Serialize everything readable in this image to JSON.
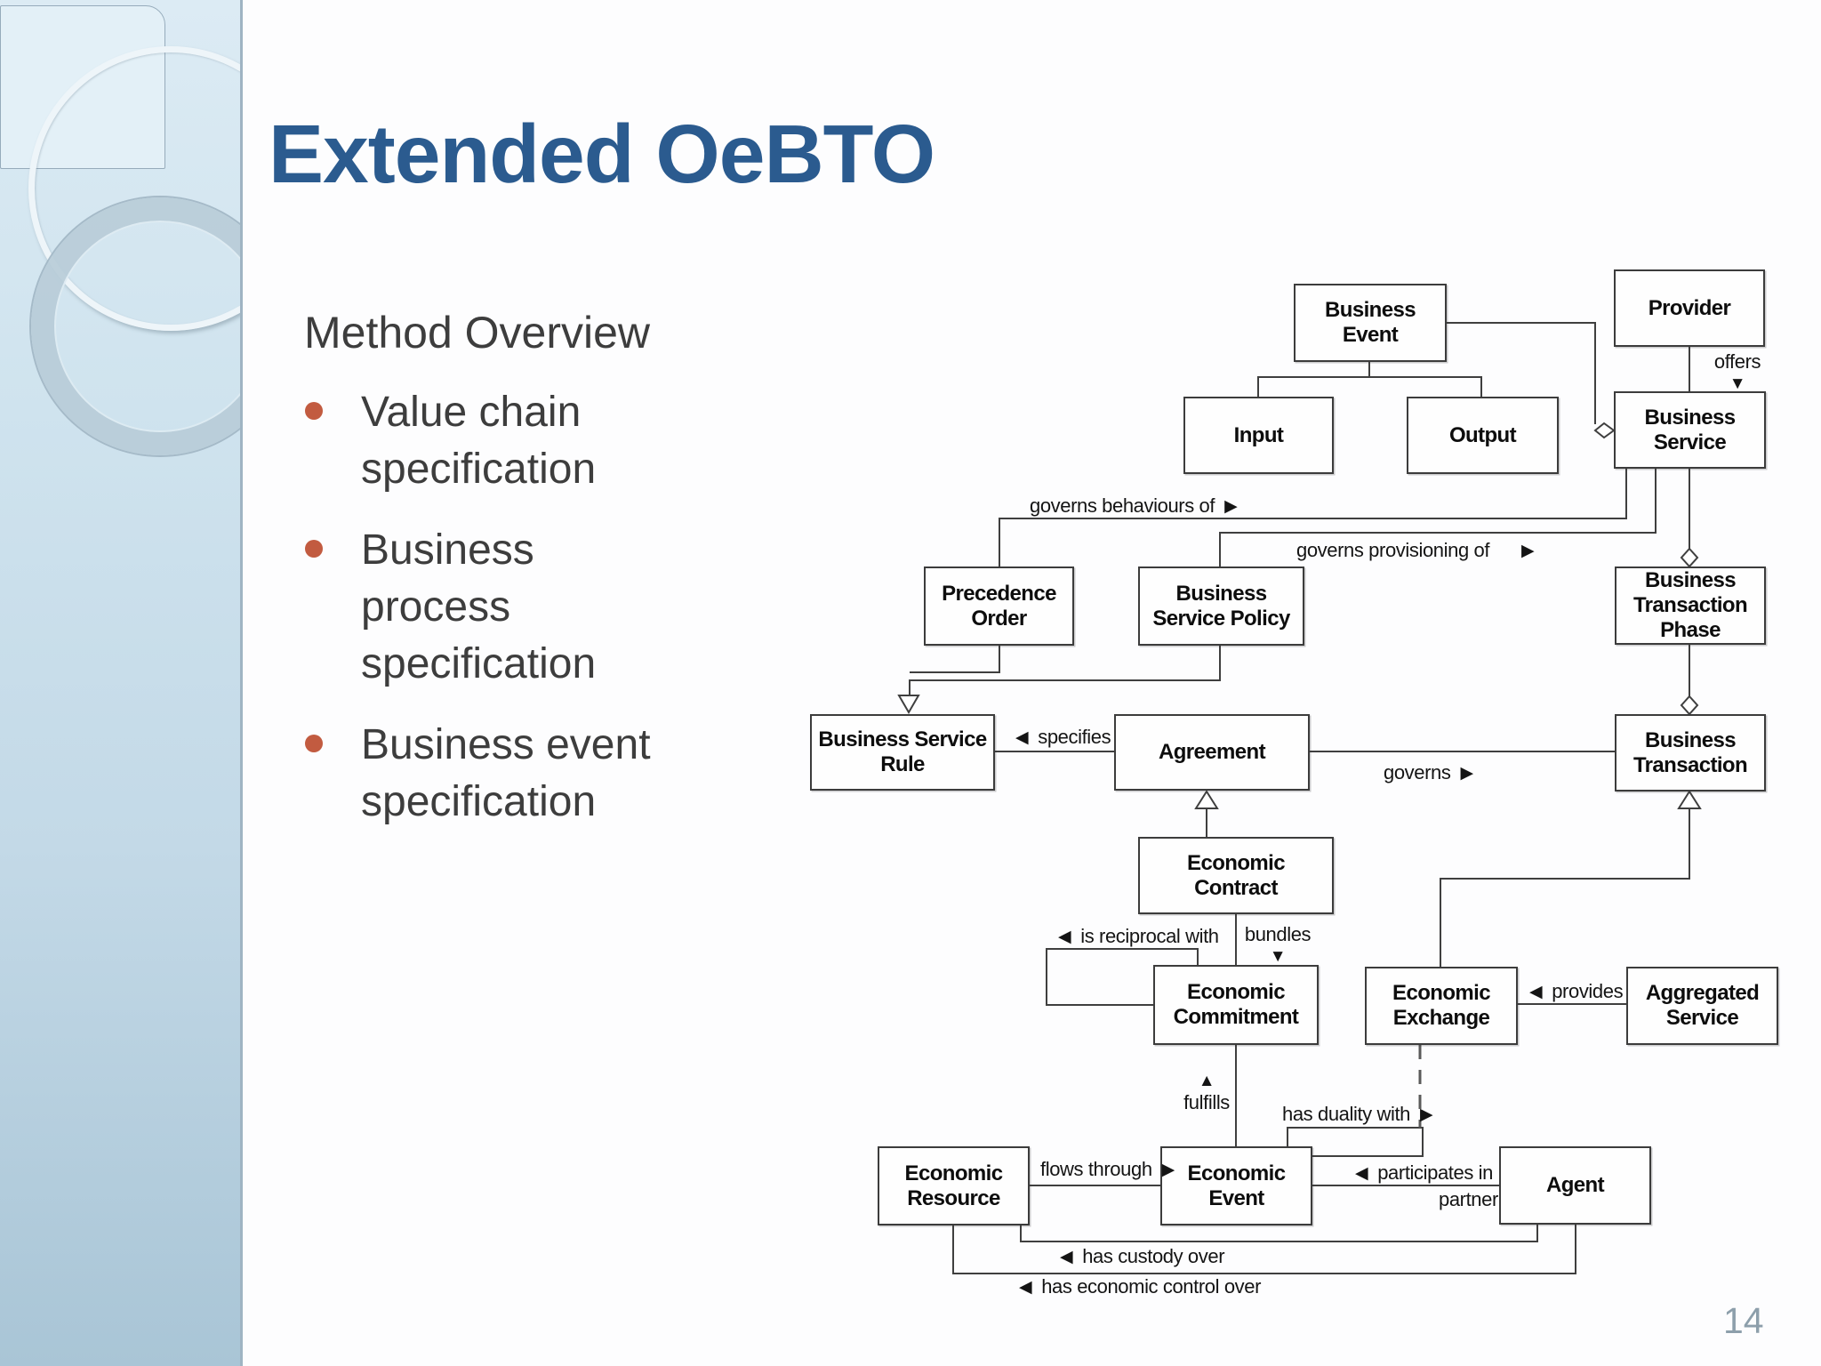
{
  "slide": {
    "title": "Extended OeBTO",
    "method_overview": "Method Overview",
    "bullets": [
      "Value chain specification",
      "Business process specification",
      "Business event specification"
    ],
    "page_number": "14"
  },
  "icons": {
    "arrow_up": "▲",
    "arrow_down": "▼",
    "arrow_left": "◀",
    "arrow_right": "▶"
  },
  "diagram": {
    "boxes": {
      "business_event": "Business\nEvent",
      "provider": "Provider",
      "input": "Input",
      "output": "Output",
      "business_service": "Business\nService",
      "precedence_order": "Precedence\nOrder",
      "business_service_policy": "Business\nService Policy",
      "business_transaction_phase": "Business\nTransaction\nPhase",
      "business_service_rule": "Business Service\nRule",
      "agreement": "Agreement",
      "business_transaction": "Business\nTransaction",
      "economic_contract": "Economic\nContract",
      "economic_commitment": "Economic\nCommitment",
      "economic_exchange": "Economic\nExchange",
      "aggregated_service": "Aggregated\nService",
      "economic_resource": "Economic\nResource",
      "economic_event": "Economic\nEvent",
      "agent": "Agent"
    },
    "labels": {
      "offers": "offers",
      "governs_behaviours": "governs behaviours of",
      "governs_provisioning": "governs provisioning of",
      "specifies": "specifies",
      "governs": "governs",
      "is_reciprocal_with": "is reciprocal with",
      "bundles": "bundles",
      "provides": "provides",
      "fulfills": "fulfills",
      "has_duality_with": "has duality with",
      "flows_through": "flows through",
      "participates_in": "participates in",
      "partner": "partner",
      "has_custody_over": "has custody over",
      "has_economic_control_over": "has economic control over"
    }
  },
  "colors": {
    "title_blue": "#2b5b8f",
    "bullet_dot": "#c25b40",
    "body_text": "#3d3d3d",
    "diagram_line": "#3f3f3f",
    "sidebar_blue": "#c3d9e7",
    "page_number_gray": "#8d9fab"
  }
}
